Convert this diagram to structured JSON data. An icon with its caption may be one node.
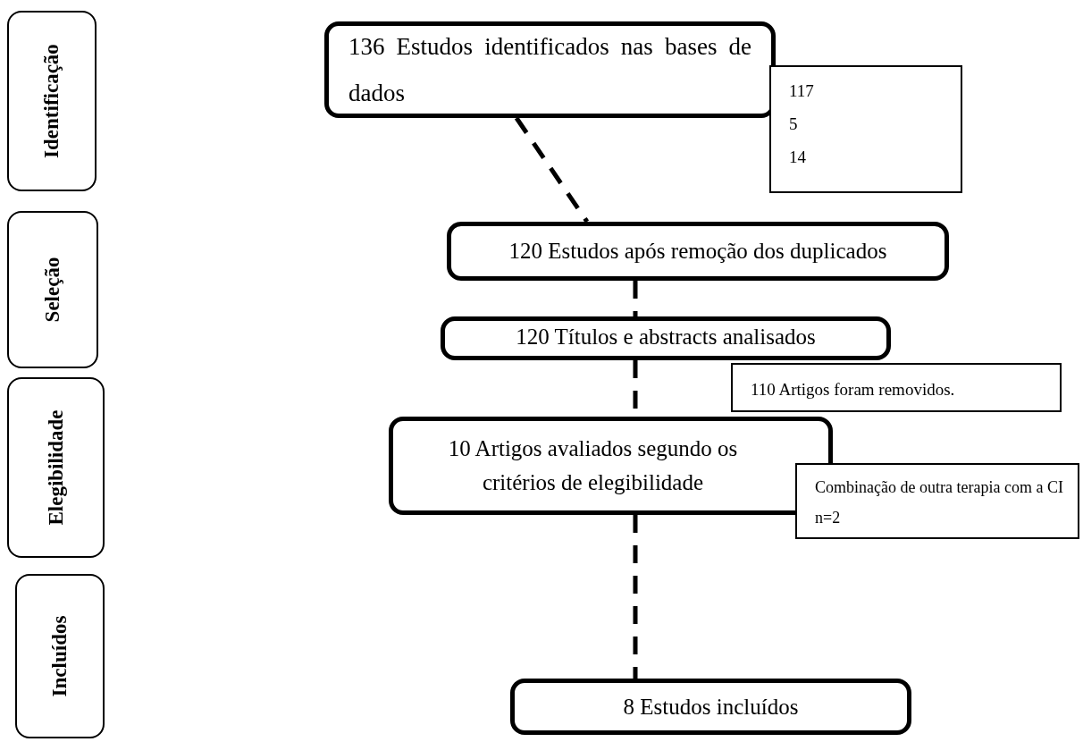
{
  "diagram": {
    "nodes": [
      {
        "text": [
          "Identificação"
        ]
      },
      {
        "text": [
          "Seleção"
        ]
      },
      {
        "text": [
          "Elegibilidade"
        ]
      },
      {
        "text": [
          "Incluídos"
        ]
      },
      {
        "text": [
          "136 Estudos identificados nas bases de dados"
        ]
      },
      {
        "text": [
          "117",
          "5",
          "14"
        ]
      },
      {
        "text": [
          "120 Estudos após remoção dos duplicados"
        ]
      },
      {
        "text": [
          "120 Títulos e abstracts analisados"
        ]
      },
      {
        "text": [
          "110 Artigos foram removidos."
        ]
      },
      {
        "text": [
          "10 Artigos avaliados segundo os critérios de elegibilidade"
        ]
      },
      {
        "text": [
          "Combinação de outra terapia com a CI n=2"
        ]
      },
      {
        "text": [
          "8 Estudos incluídos"
        ]
      }
    ],
    "edges": [
      {
        "from": 4,
        "to": 6,
        "arrow": "none",
        "style": "dashed"
      },
      {
        "from": 6,
        "to": 7,
        "arrow": "none",
        "style": "dashed"
      },
      {
        "from": 7,
        "to": 9,
        "arrow": "none",
        "style": "dashed"
      },
      {
        "from": 9,
        "to": 11,
        "arrow": "none",
        "style": "dashed"
      }
    ]
  }
}
